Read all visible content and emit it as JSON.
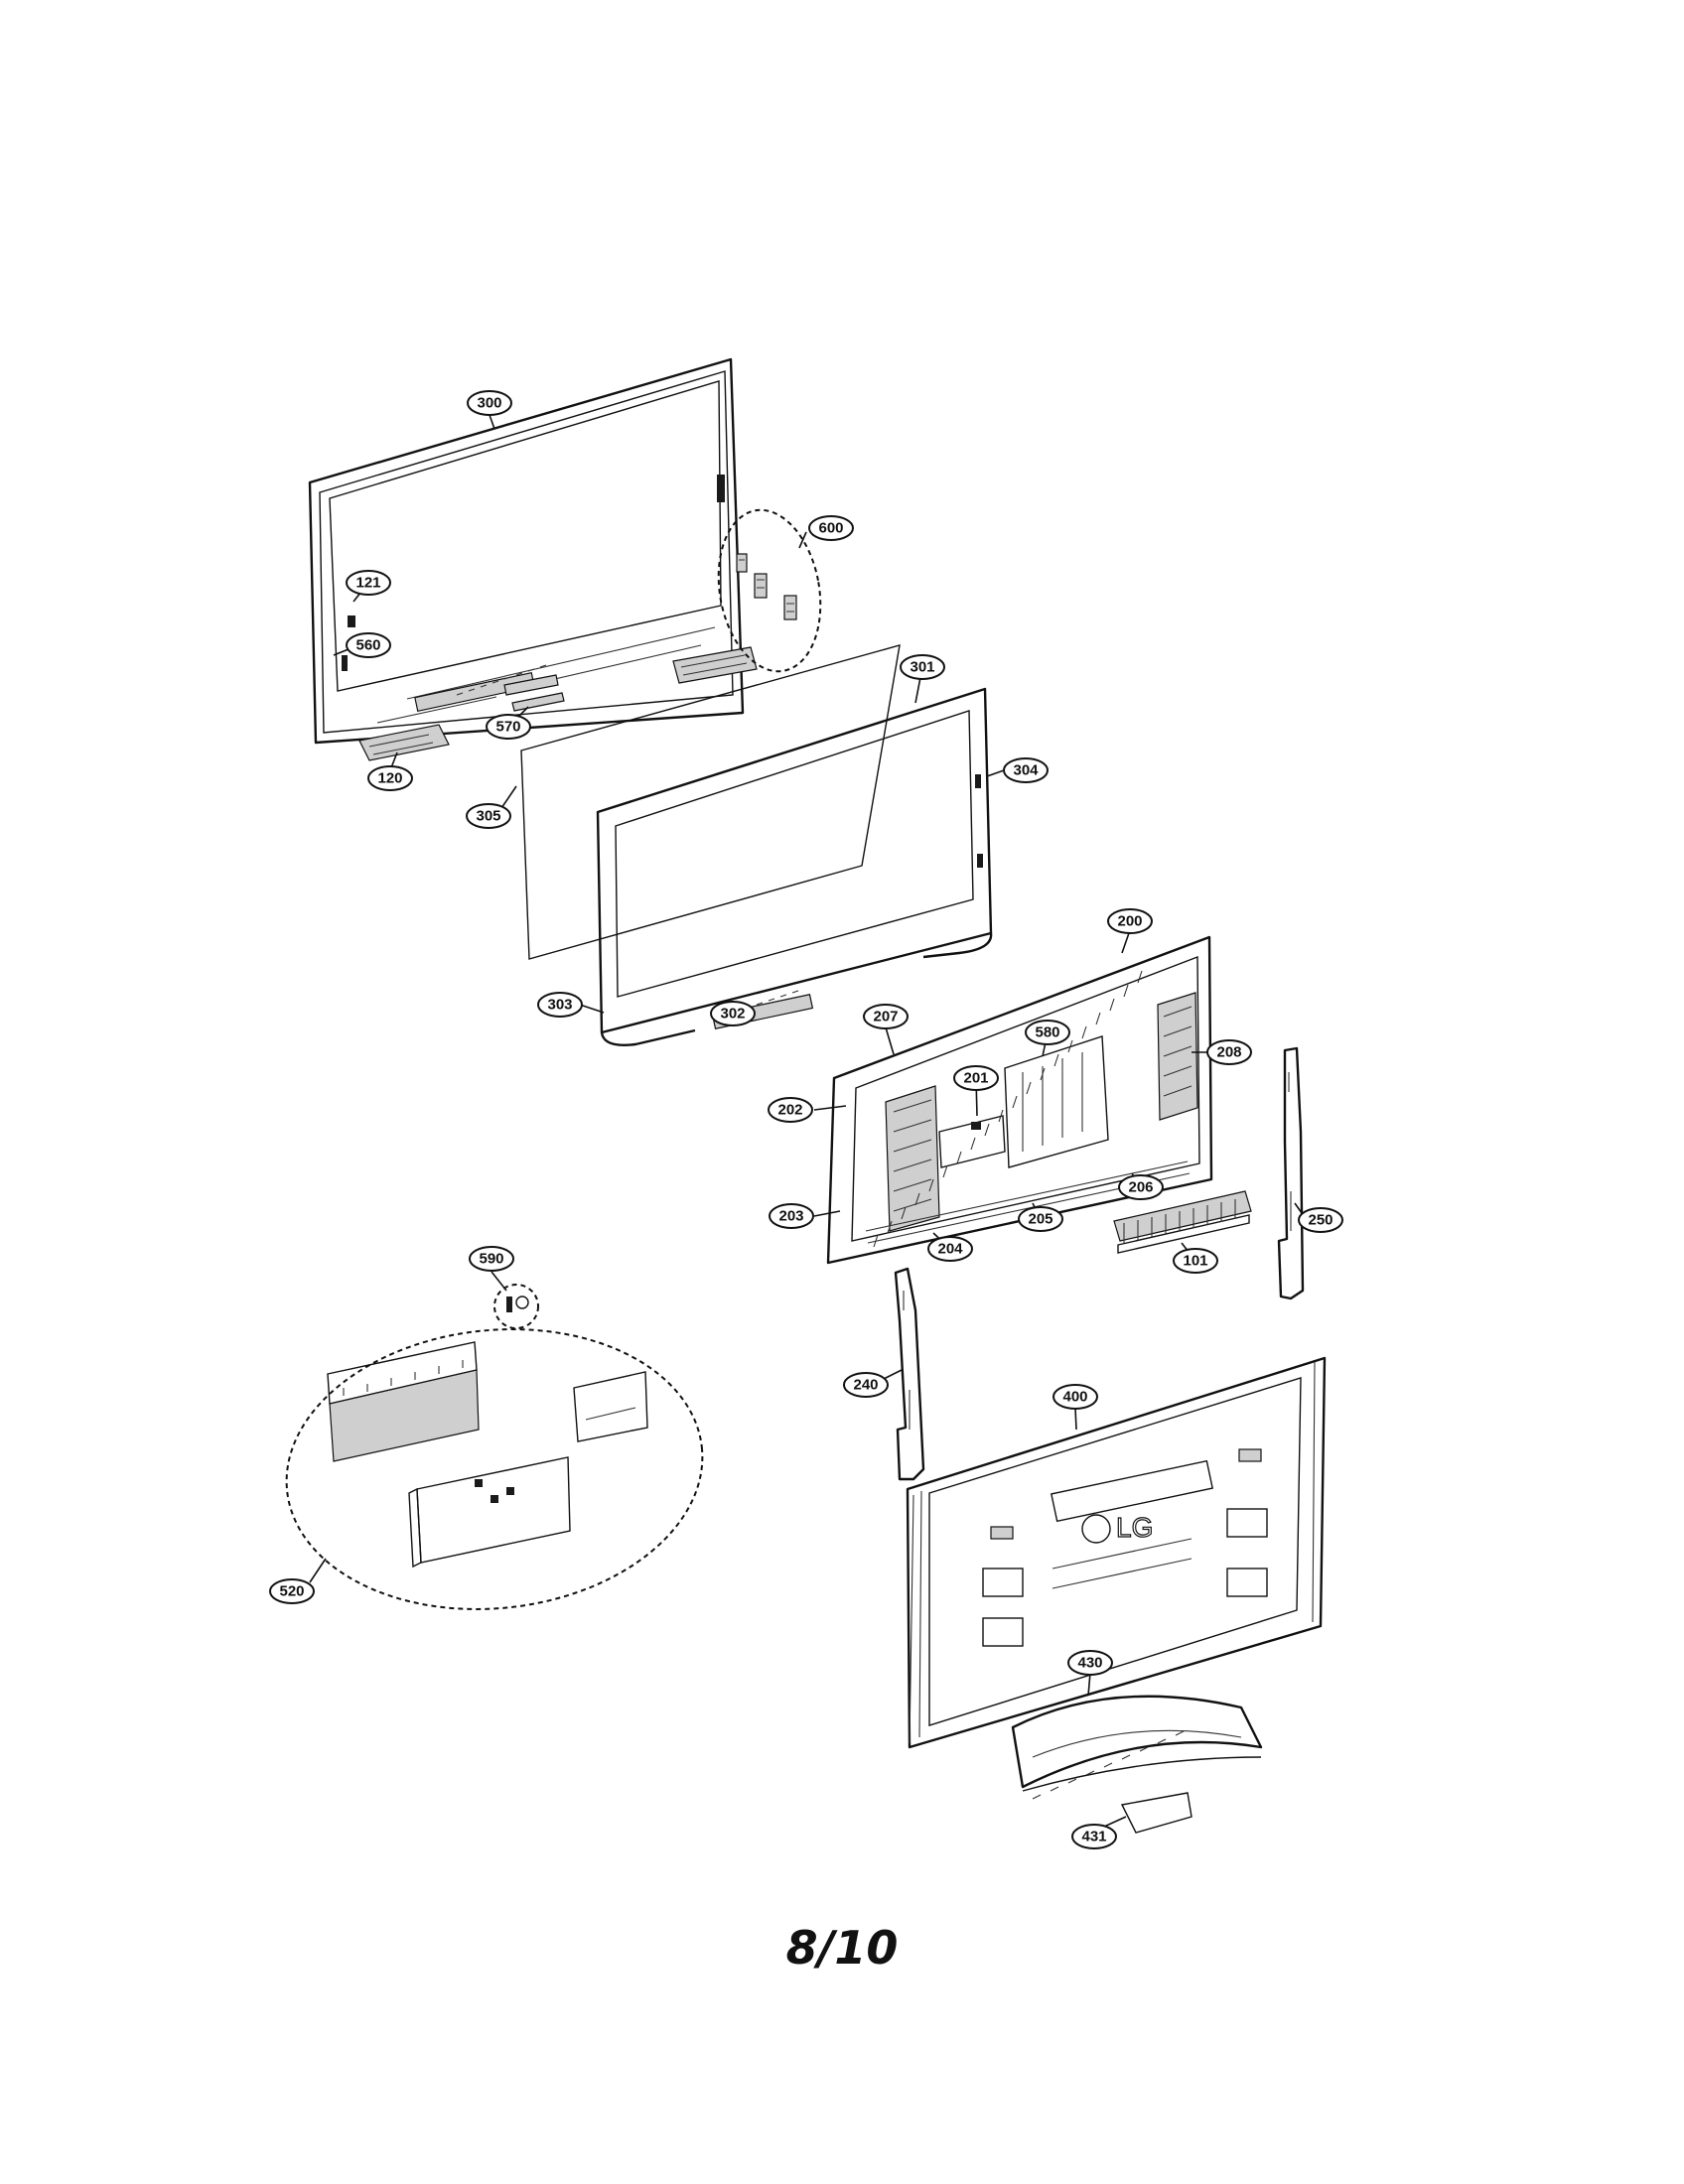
{
  "page_number": "8/10",
  "callouts": [
    "300",
    "600",
    "121",
    "560",
    "570",
    "120",
    "301",
    "304",
    "305",
    "303",
    "302",
    "200",
    "580",
    "207",
    "208",
    "201",
    "202",
    "206",
    "203",
    "205",
    "204",
    "101",
    "250",
    "590",
    "240",
    "400",
    "520",
    "430",
    "431"
  ]
}
